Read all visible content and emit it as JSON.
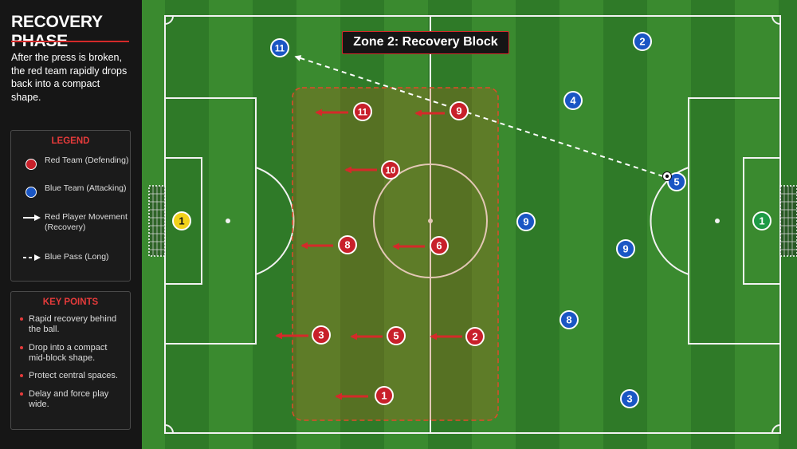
{
  "sidebar": {
    "title": "RECOVERY PHASE",
    "description": "After the press is broken, the red team rapidly drops back into a compact shape.",
    "legend": {
      "title": "LEGEND",
      "items": [
        {
          "kind": "red-dot",
          "label": "Red Team (Defending)"
        },
        {
          "kind": "blue-dot",
          "label": "Blue Team (Attacking)"
        },
        {
          "kind": "solid-arrow",
          "label": "Red Player Movement (Recovery)"
        },
        {
          "kind": "dashed-arrow",
          "label": "Blue Pass (Long)"
        }
      ]
    },
    "key_points": {
      "title": "KEY POINTS",
      "items": [
        "Rapid recovery behind the ball.",
        "Drop into a compact mid-block shape.",
        "Protect central spaces.",
        "Delay and force play wide."
      ]
    }
  },
  "pitch": {
    "zone_label": "Zone 2: Recovery Block",
    "red_players": [
      "11",
      "9",
      "10",
      "8",
      "6",
      "3",
      "5",
      "2",
      "1"
    ],
    "red_goalkeeper": "1",
    "blue_players": [
      "11",
      "2",
      "4",
      "5",
      "9",
      "9",
      "8",
      "3"
    ],
    "blue_goalkeeper": "1"
  },
  "colors": {
    "red_team": "#c8202a",
    "blue_team": "#1a56c4",
    "red_goalkeeper": "#f2d11b",
    "blue_goalkeeper": "#1e9a45",
    "accent": "#e63b3b"
  },
  "icons": {
    "red_movement": "red-arrow-icon",
    "blue_pass": "dashed-arrow-icon",
    "ball": "soccer-ball-icon"
  }
}
